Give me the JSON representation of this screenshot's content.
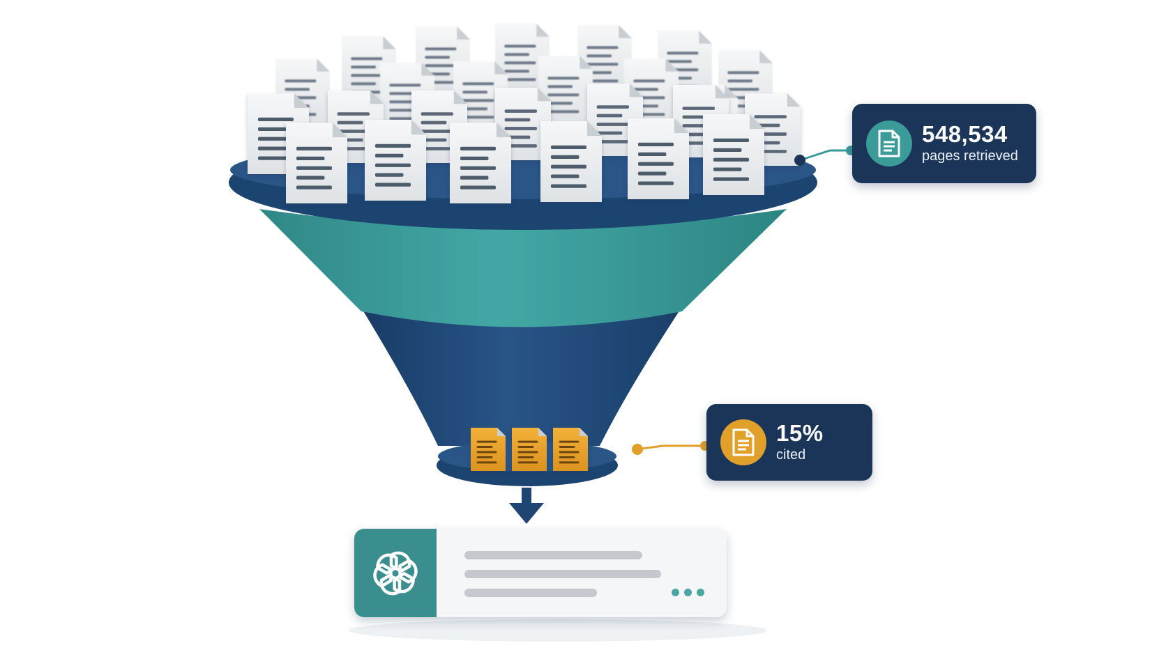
{
  "callouts": {
    "retrieved": {
      "value": "548,534",
      "label": "pages retrieved",
      "icon": "document-icon",
      "color": "#3a9b99"
    },
    "cited": {
      "value": "15%",
      "label": "cited",
      "icon": "document-icon",
      "color": "#e0a02a"
    }
  },
  "colors": {
    "funnel_navy": "#1f4673",
    "funnel_teal": "#3b9c9a",
    "callout_bg": "#1b3558",
    "cited_doc": "#e9a22c",
    "page_doc": "#eceeef"
  },
  "answer_card": {
    "icon": "chatgpt-logo-icon",
    "accent": "#3a8f8e"
  }
}
